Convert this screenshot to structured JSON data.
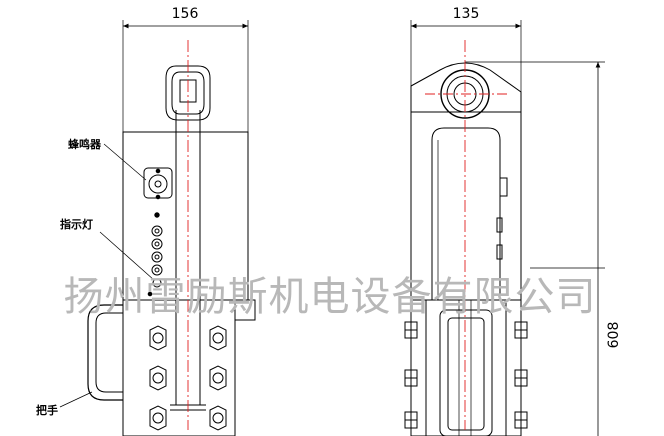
{
  "dimensions": {
    "front_width": "156",
    "side_width": "135",
    "side_height": "608"
  },
  "labels": {
    "buzzer": "蜂鸣器",
    "indicator": "指示灯",
    "handle": "把手"
  },
  "watermark": "扬州雷励斯机电设备有限公司",
  "colors": {
    "line": "#000000",
    "centerline": "#e02020",
    "watermark": "#b8b8b8"
  }
}
